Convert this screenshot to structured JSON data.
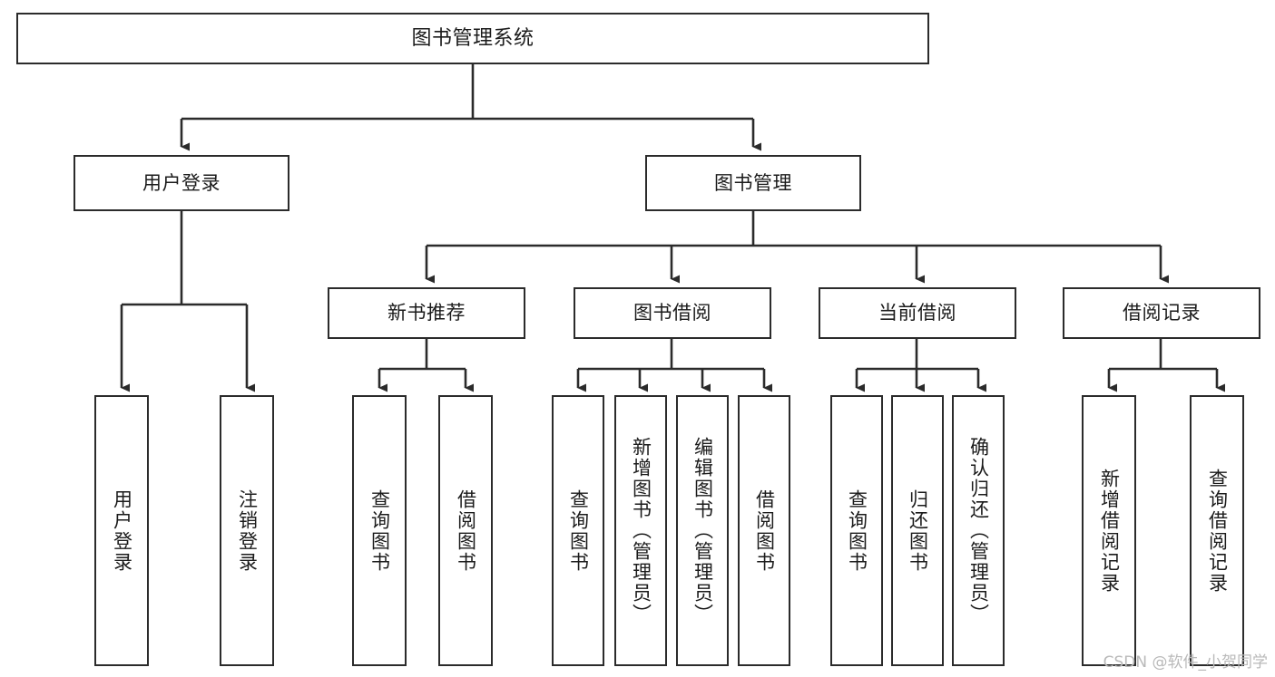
{
  "diagram": {
    "title": "图书管理系统",
    "type": "hierarchy-tree",
    "watermark": "CSDN @软件_小贺同学",
    "colors": {
      "stroke": "#2b2b2b",
      "fill": "#ffffff",
      "text": "#1b1b1b",
      "watermark": "#b9b9b9"
    },
    "nodes": {
      "root": {
        "label": "图书管理系统"
      },
      "level2": [
        {
          "id": "user-login",
          "label": "用户登录"
        },
        {
          "id": "book-manage",
          "label": "图书管理"
        }
      ],
      "level3": [
        {
          "id": "new-book-recommend",
          "label": "新书推荐"
        },
        {
          "id": "book-borrow",
          "label": "图书借阅"
        },
        {
          "id": "current-borrow",
          "label": "当前借阅"
        },
        {
          "id": "borrow-record",
          "label": "借阅记录"
        }
      ],
      "leaves": {
        "user_login": [
          {
            "id": "leaf-user-login",
            "label": "用户登录"
          },
          {
            "id": "leaf-logout",
            "label": "注销登录"
          }
        ],
        "new_book_recommend": [
          {
            "id": "leaf-query-book-1",
            "label": "查询图书"
          },
          {
            "id": "leaf-borrow-book-1",
            "label": "借阅图书"
          }
        ],
        "book_borrow": [
          {
            "id": "leaf-query-book-2",
            "label": "查询图书"
          },
          {
            "id": "leaf-add-book",
            "label": "新增图书（管理员）"
          },
          {
            "id": "leaf-edit-book",
            "label": "编辑图书（管理员）"
          },
          {
            "id": "leaf-borrow-book-2",
            "label": "借阅图书"
          }
        ],
        "current_borrow": [
          {
            "id": "leaf-query-book-3",
            "label": "查询图书"
          },
          {
            "id": "leaf-return-book",
            "label": "归还图书"
          },
          {
            "id": "leaf-confirm-return",
            "label": "确认归还（管理员）"
          }
        ],
        "borrow_record": [
          {
            "id": "leaf-add-record",
            "label": "新增借阅记录"
          },
          {
            "id": "leaf-query-record",
            "label": "查询借阅记录"
          }
        ]
      }
    }
  }
}
